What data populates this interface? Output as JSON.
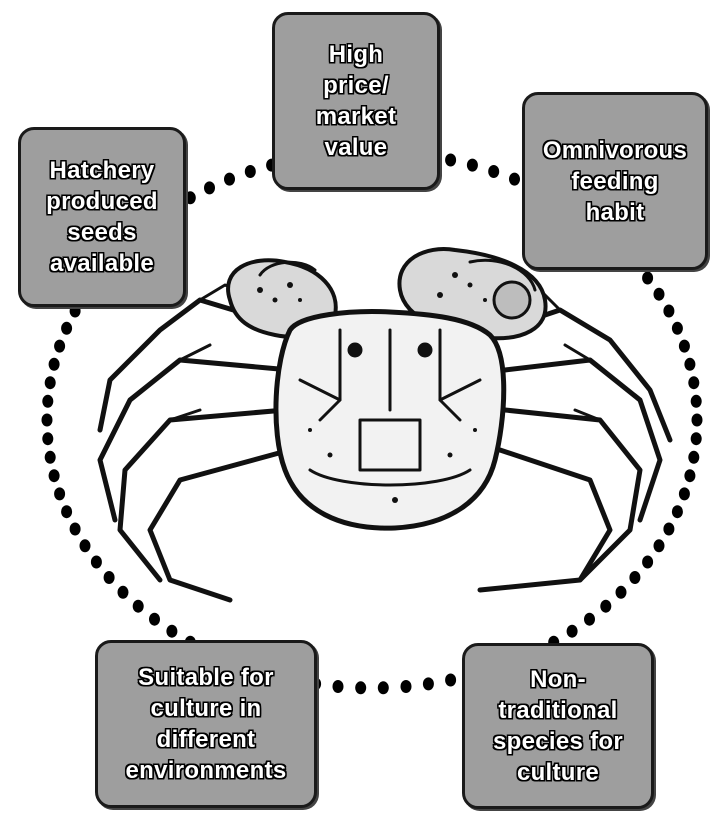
{
  "boxes": {
    "top": "High\nprice/\nmarket\nvalue",
    "top_left": "Hatchery\nproduced\nseeds\navailable",
    "top_right": "Omnivorous\nfeeding\nhabit",
    "bottom_left": "Suitable for\nculture in\ndifferent\nenvironments",
    "bottom_right": "Non-\ntraditional\nspecies for\nculture"
  },
  "colors": {
    "box_fill": "#9e9e9e",
    "box_border": "#1a1a1a",
    "ring_dots": "#000000"
  },
  "center_image": "crab-illustration"
}
